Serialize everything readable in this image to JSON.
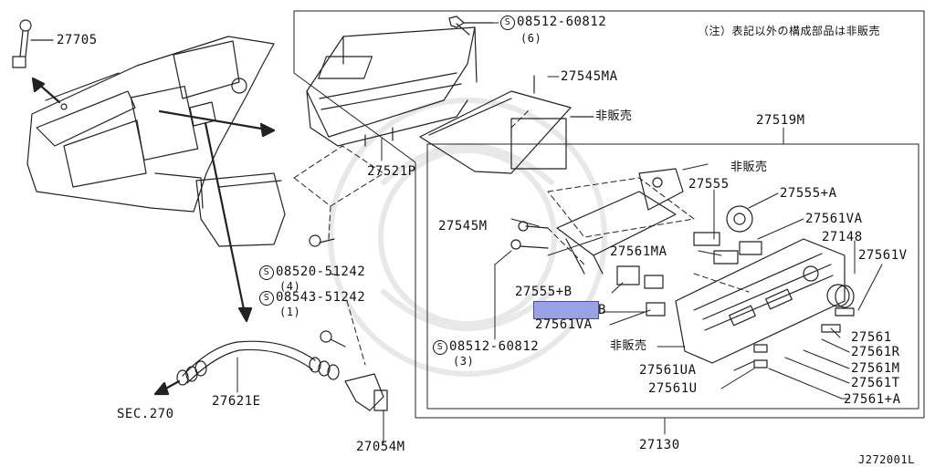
{
  "diagram": {
    "note": "（注）表記以外の構成部品は非販売",
    "figure_code": "J272001L",
    "not_sold": "非販売",
    "labels": {
      "p27705": "27705",
      "p08512_60812_top": "08512-60812",
      "qty6": "(6)",
      "p27545MA": "27545MA",
      "p27519M": "27519M",
      "p27521P": "27521P",
      "p27555": "27555",
      "p27555A": "27555+A",
      "p27561VA_top": "27561VA",
      "p27545M": "27545M",
      "p27561MA": "27561MA",
      "p27148": "27148",
      "p27561V": "27561V",
      "p08520_51242": "08520-51242",
      "qty4": "(4)",
      "p08543_51242": "08543-51242",
      "qty1": "(1)",
      "p27555B": "27555+B",
      "hlB": "B",
      "p27561VA_low": "27561VA",
      "p27561": "27561",
      "p27561R": "27561R",
      "p08512_60812_low": "08512-60812",
      "qty3": "(3)",
      "p27561M": "27561M",
      "p27561UA": "27561UA",
      "p27561T": "27561T",
      "p27561U": "27561U",
      "p27561A": "27561+A",
      "sec270": "SEC.270",
      "p27621E": "27621E",
      "p27054M": "27054M",
      "p27130": "27130"
    },
    "icons": {
      "s_mark": "S"
    }
  }
}
